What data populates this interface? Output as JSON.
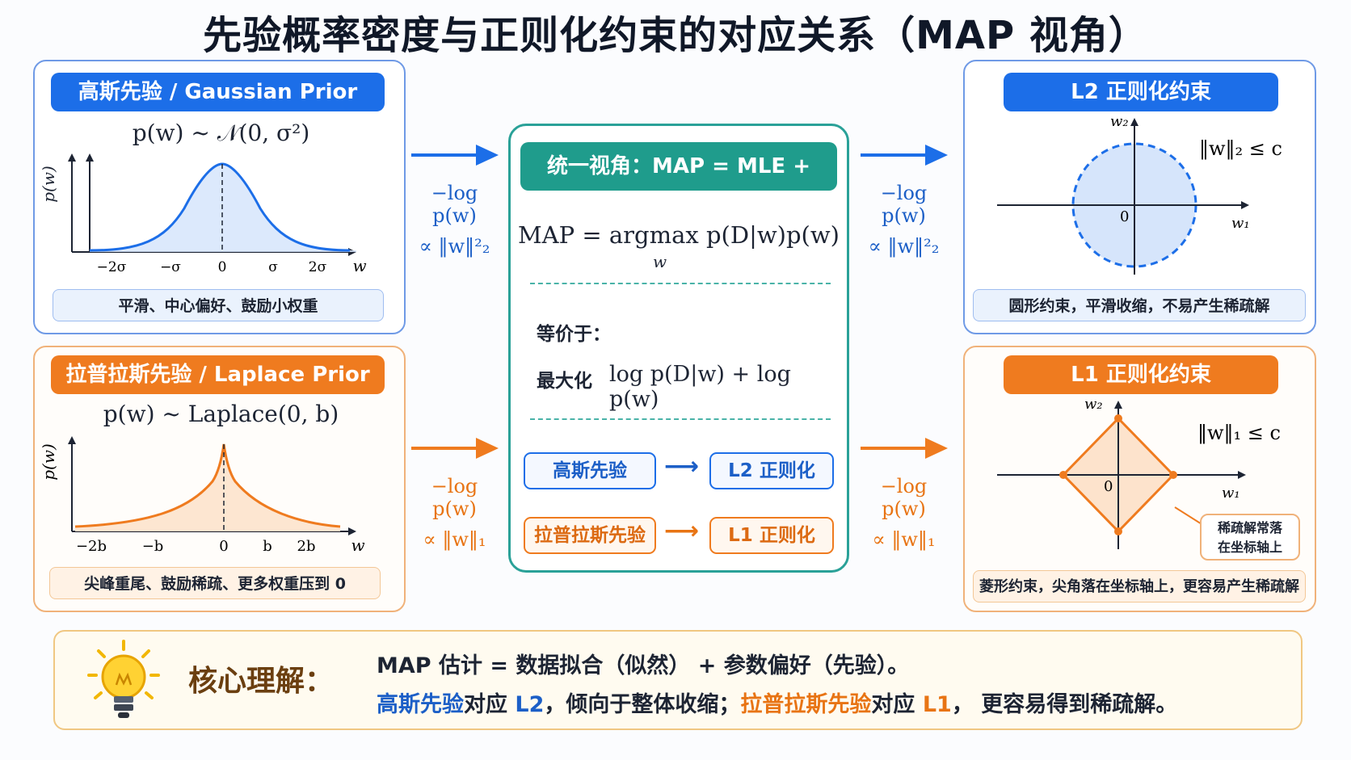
{
  "title": "先验概率密度与正则化约束的对应关系（MAP 视角）",
  "gaussian": {
    "header": "高斯先验 / Gaussian Prior",
    "formula": "p(w) ~ 𝒩(0, σ²)",
    "ylabel": "p(w)",
    "xlabel": "w",
    "ticks": [
      "−2σ",
      "−σ",
      "0",
      "σ",
      "2σ"
    ],
    "caption": "平滑、中心偏好、鼓励小权重"
  },
  "laplace": {
    "header": "拉普拉斯先验 / Laplace Prior",
    "formula": "p(w) ~ Laplace(0, b)",
    "ylabel": "p(w)",
    "xlabel": "w",
    "ticks": [
      "−2b",
      "−b",
      "0",
      "b",
      "2b"
    ],
    "caption": "尖峰重尾、鼓励稀疏、更多权重压到 0"
  },
  "arrows": {
    "top_left": {
      "line1": "−log p(w)",
      "line2": "∝  ‖w‖²₂"
    },
    "bottom_left": {
      "line1": "−log p(w)",
      "line2": "∝  ‖w‖₁"
    },
    "top_right": {
      "line1": "−log p(w)",
      "line2": "∝  ‖w‖²₂"
    },
    "bottom_right": {
      "line1": "−log p(w)",
      "line2": "∝  ‖w‖₁"
    }
  },
  "center": {
    "header": "统一视角：MAP = MLE + Prior",
    "map_formula": "MAP = argmax p(D|w)p(w)",
    "map_sub": "w",
    "equiv_label": "等价于：",
    "maximize_label": "最大化",
    "maximize_formula": "log p(D|w) + log p(w)",
    "pairs": [
      {
        "prior": "高斯先验",
        "reg": "L2 正则化"
      },
      {
        "prior": "拉普拉斯先验",
        "reg": "L1 正则化"
      }
    ],
    "pair_arrow": "⟶"
  },
  "l2": {
    "header": "L2 正则化约束",
    "constraint": "‖w‖₂ ≤ c",
    "axis_x": "w₁",
    "axis_y": "w₂",
    "origin": "0",
    "caption": "圆形约束，平滑收缩，不易产生稀疏解"
  },
  "l1": {
    "header": "L1 正则化约束",
    "constraint": "‖w‖₁ ≤ c",
    "axis_x": "w₁",
    "axis_y": "w₂",
    "origin": "0",
    "bubble_line1": "稀疏解常落",
    "bubble_line2": "在坐标轴上",
    "caption": "菱形约束，尖角落在坐标轴上，更容易产生稀疏解"
  },
  "core": {
    "label": "核心理解：",
    "line1": "MAP 估计  =  数据拟合（似然）  +   参数偏好（先验）。",
    "line2_a": "高斯先验",
    "line2_b": "对应 ",
    "line2_c": "L2",
    "line2_d": "，倾向于整体收缩；",
    "line2_e": "拉普拉斯先验",
    "line2_f": "对应 ",
    "line2_g": "L1",
    "line2_h": "，  更容易得到稀疏解。"
  },
  "colors": {
    "blue": "#1c6ee8",
    "orange": "#ef7b1f",
    "teal": "#1f9c8c"
  },
  "icons": [
    "lightbulb-icon",
    "arrow-right-icon"
  ]
}
